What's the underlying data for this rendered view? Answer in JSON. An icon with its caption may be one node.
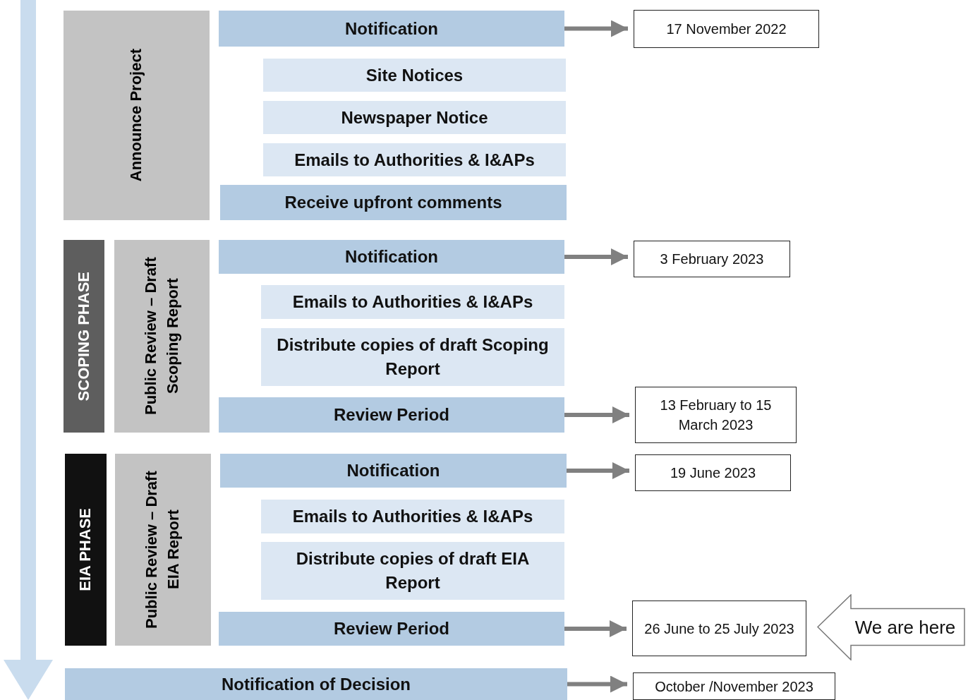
{
  "diagram": {
    "nodes": [
      {
        "text": [
          "Announce Project"
        ]
      },
      {
        "text": [
          "Notification"
        ]
      },
      {
        "text": [
          "17 November 2022"
        ]
      },
      {
        "text": [
          "Site Notices"
        ]
      },
      {
        "text": [
          "Newspaper Notice"
        ]
      },
      {
        "text": [
          "Emails to Authorities & I&APs"
        ]
      },
      {
        "text": [
          "Receive upfront comments"
        ]
      },
      {
        "text": [
          "SCOPING PHASE"
        ]
      },
      {
        "text": [
          "Public Review – Draft Scoping Report"
        ]
      },
      {
        "text": [
          "Notification"
        ]
      },
      {
        "text": [
          "3 February 2023"
        ]
      },
      {
        "text": [
          "Emails to Authorities & I&APs"
        ]
      },
      {
        "text": [
          "Distribute copies of draft Scoping Report"
        ]
      },
      {
        "text": [
          "Review Period"
        ]
      },
      {
        "text": [
          "13 February to 15 March 2023"
        ]
      },
      {
        "text": [
          "EIA PHASE"
        ]
      },
      {
        "text": [
          "Public Review – Draft EIA Report"
        ]
      },
      {
        "text": [
          "Notification"
        ]
      },
      {
        "text": [
          "19 June 2023"
        ]
      },
      {
        "text": [
          "Emails to Authorities & I&APs"
        ]
      },
      {
        "text": [
          "Distribute copies of draft EIA Report"
        ]
      },
      {
        "text": [
          "Review Period"
        ]
      },
      {
        "text": [
          "26 June to 25 July 2023"
        ]
      },
      {
        "text": [
          "We are here"
        ]
      },
      {
        "text": [
          "Notification of Decision"
        ]
      },
      {
        "text": [
          "October /November 2023"
        ]
      }
    ],
    "edges": [
      {
        "from": 1,
        "to": 2,
        "arrow": "to"
      },
      {
        "from": 9,
        "to": 10,
        "arrow": "to"
      },
      {
        "from": 13,
        "to": 14,
        "arrow": "to"
      },
      {
        "from": 17,
        "to": 18,
        "arrow": "to"
      },
      {
        "from": 21,
        "to": 22,
        "arrow": "to"
      },
      {
        "from": 24,
        "to": 25,
        "arrow": "to"
      }
    ]
  }
}
